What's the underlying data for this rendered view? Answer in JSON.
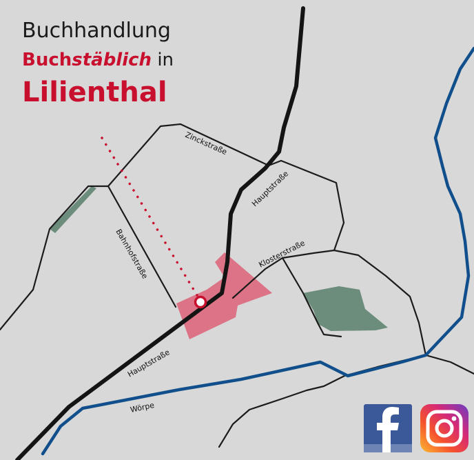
{
  "title": {
    "line1": "Buchhandlung",
    "brand_part1": "Buch",
    "brand_part2": "stäblich",
    "connector": " in",
    "town": "Lilienthal"
  },
  "streets": {
    "zinckstrasse": "Zinckstraße",
    "hauptstrasse_north": "Hauptstraße",
    "bahnhofstrasse": "Bahnhofstraße",
    "klosterstrasse": "Klosterstraße",
    "hauptstrasse_south": "Hauptstraße"
  },
  "river": {
    "name": "Wörpe"
  },
  "social": [
    "facebook-icon",
    "instagram-icon"
  ],
  "colors": {
    "accent": "#c8102e",
    "district": "#dc7386",
    "park": "#6c8d7c",
    "river": "#104f8c",
    "facebook": "#3b5998"
  }
}
